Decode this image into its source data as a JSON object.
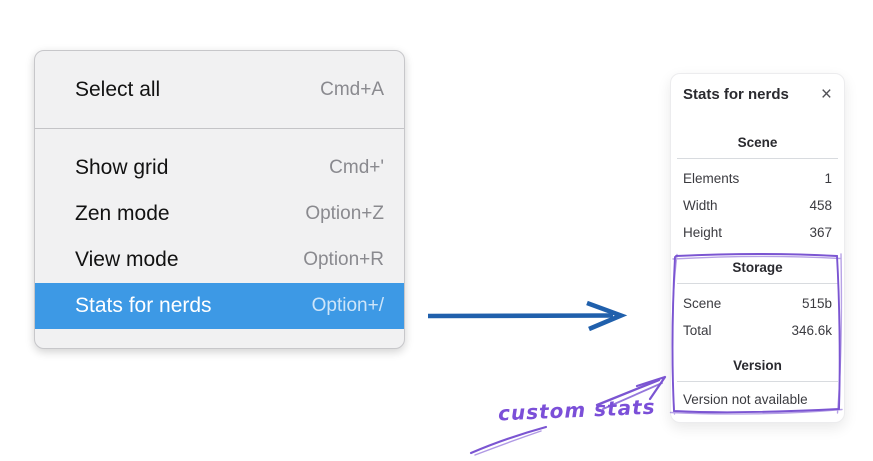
{
  "context_menu": {
    "items": [
      {
        "label": "Select all",
        "shortcut": "Cmd+A",
        "highlighted": false
      },
      {
        "label": "Show grid",
        "shortcut": "Cmd+'",
        "highlighted": false
      },
      {
        "label": "Zen mode",
        "shortcut": "Option+Z",
        "highlighted": false
      },
      {
        "label": "View mode",
        "shortcut": "Option+R",
        "highlighted": false
      },
      {
        "label": "Stats for nerds",
        "shortcut": "Option+/",
        "highlighted": true
      }
    ],
    "highlight_color": "#3d99e5"
  },
  "stats_panel": {
    "title": "Stats for nerds",
    "close_glyph": "×",
    "sections": [
      {
        "heading": "Scene",
        "rows": [
          [
            "Elements",
            "1"
          ],
          [
            "Width",
            "458"
          ],
          [
            "Height",
            "367"
          ]
        ]
      },
      {
        "heading": "Storage",
        "rows": [
          [
            "Scene",
            "515b"
          ],
          [
            "Total",
            "346.6k"
          ]
        ]
      },
      {
        "heading": "Version",
        "rows": [],
        "note": "Version not available"
      }
    ]
  },
  "annotation": {
    "label": "custom stats",
    "color": "#7b55d2"
  },
  "pointer_arrow": {
    "color": "#2060ac"
  }
}
